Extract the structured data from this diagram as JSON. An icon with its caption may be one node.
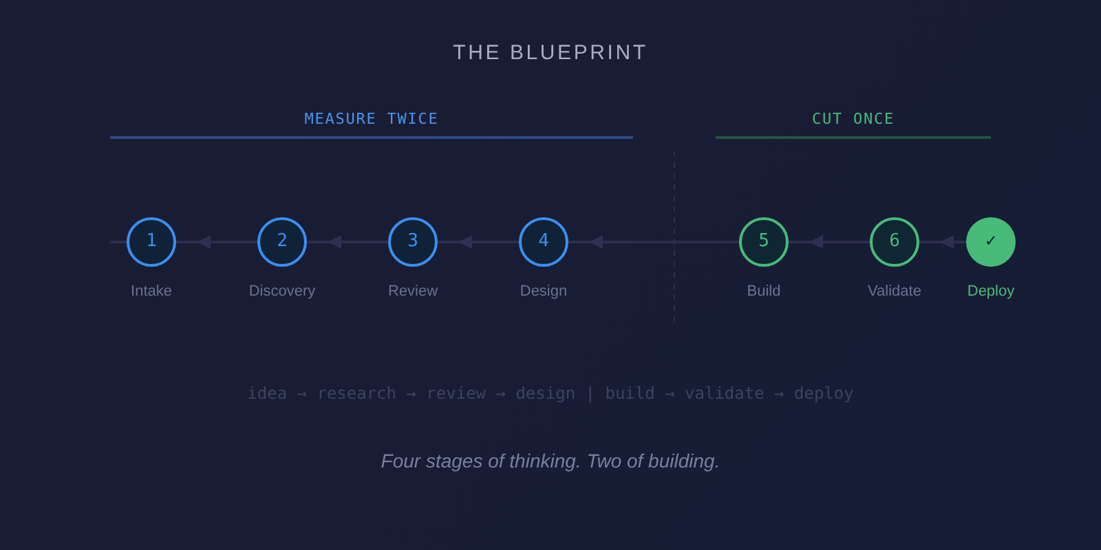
{
  "diagram": {
    "title": "THE BLUEPRINT",
    "caption": "Four stages of thinking. Two of building.",
    "nodes": [
      {
        "text": [
          "1"
        ],
        "beside": [
          "Intake"
        ]
      },
      {
        "text": [
          "2"
        ],
        "beside": [
          "Discovery"
        ]
      },
      {
        "text": [
          "3"
        ],
        "beside": [
          "Review"
        ]
      },
      {
        "text": [
          "4"
        ],
        "beside": [
          "Design"
        ]
      },
      {
        "text": [
          "5"
        ],
        "beside": [
          "Build"
        ]
      },
      {
        "text": [
          "6"
        ],
        "beside": [
          "Validate"
        ]
      },
      {
        "text": [
          "✓"
        ],
        "beside": [
          "Deploy"
        ]
      }
    ],
    "edges": [
      {
        "from": 1,
        "to": 0,
        "arrow": "to"
      },
      {
        "from": 2,
        "to": 1,
        "arrow": "to"
      },
      {
        "from": 3,
        "to": 2,
        "arrow": "to"
      },
      {
        "from": 4,
        "to": 3,
        "arrow": "to"
      },
      {
        "from": 5,
        "to": 4,
        "arrow": "to"
      },
      {
        "from": 6,
        "to": 5,
        "arrow": "to"
      }
    ],
    "labels": [
      "MEASURE TWICE",
      "CUT ONCE",
      "idea → research → review → design | build → validate → deploy"
    ]
  }
}
